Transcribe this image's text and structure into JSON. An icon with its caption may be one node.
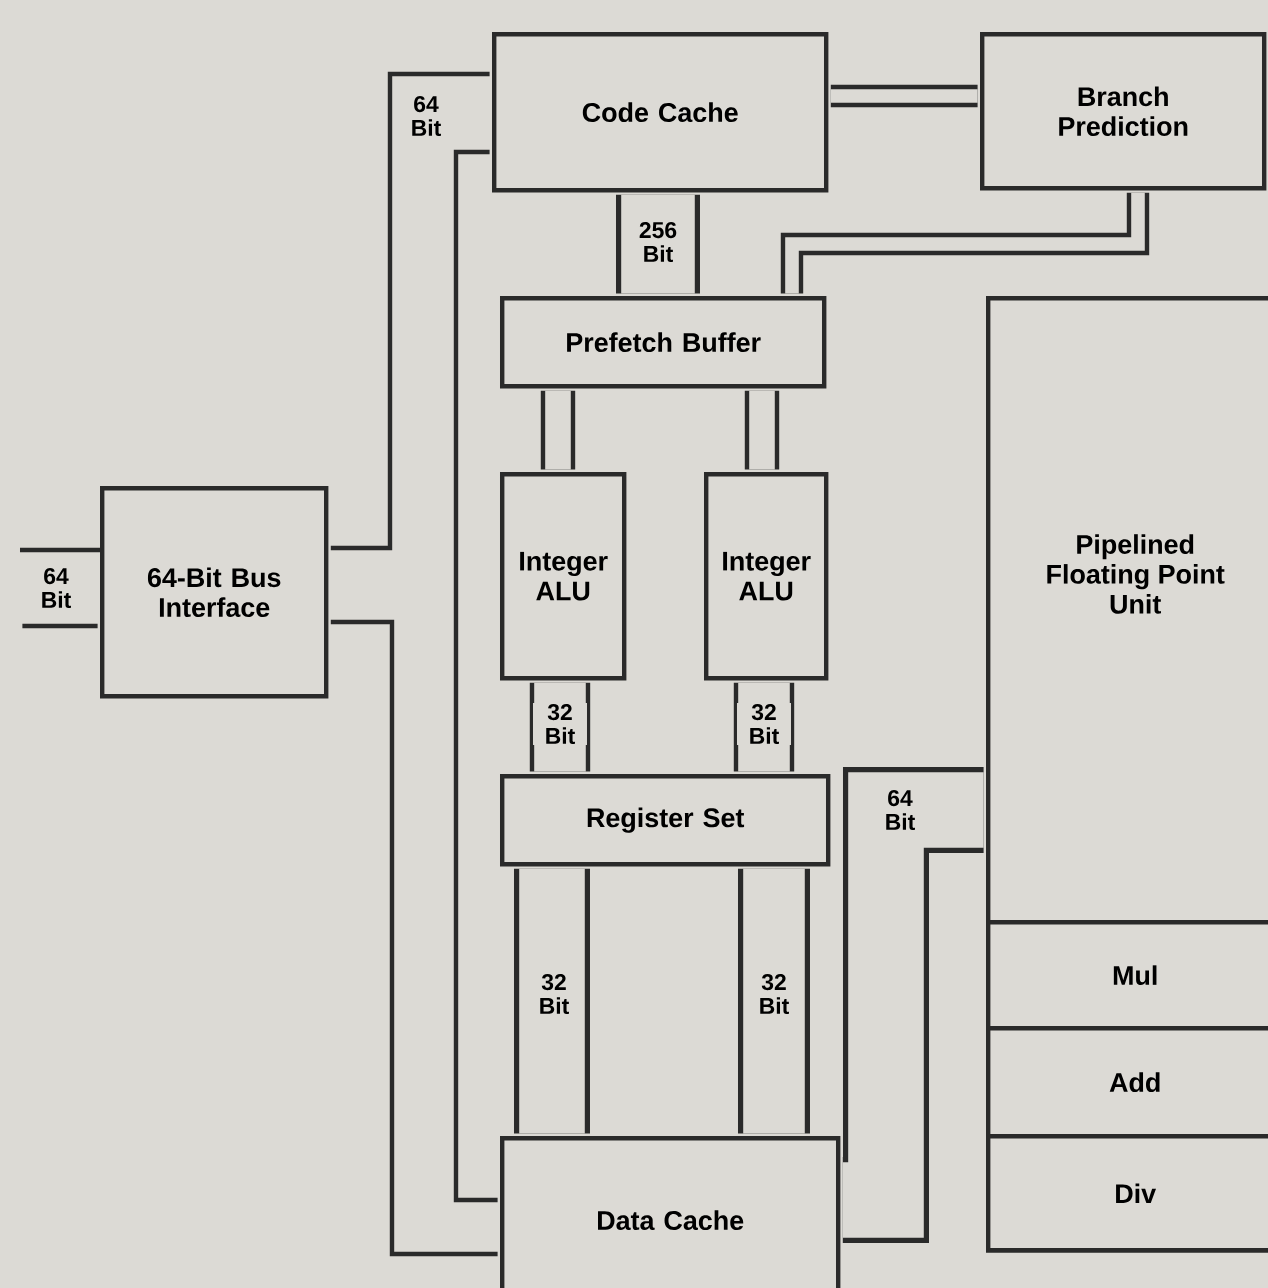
{
  "diagram": {
    "nodes": [
      {
        "text": [
          "Code Cache"
        ]
      },
      {
        "text": [
          "Branch Prediction"
        ]
      },
      {
        "text": [
          "Prefetch Buffer"
        ]
      },
      {
        "text": [
          "Integer ALU"
        ]
      },
      {
        "text": [
          "Integer ALU"
        ]
      },
      {
        "text": [
          "64-Bit Bus Interface"
        ]
      },
      {
        "text": [
          "Pipelined Floating Point Unit"
        ]
      },
      {
        "text": [
          "Mul"
        ],
        "in": 6
      },
      {
        "text": [
          "Add"
        ],
        "in": 6
      },
      {
        "text": [
          "Div"
        ],
        "in": 6
      },
      {
        "text": [
          "Register Set"
        ]
      },
      {
        "text": [
          "Data Cache"
        ]
      }
    ],
    "edges": [
      {
        "from": 0,
        "to": 1,
        "arrow": "none"
      },
      {
        "from": 0,
        "to": 2,
        "arrow": "none",
        "style": "thick",
        "label": "256 Bit"
      },
      {
        "from": 1,
        "to": 2,
        "arrow": "none"
      },
      {
        "from": 2,
        "to": 3,
        "arrow": "none"
      },
      {
        "from": 2,
        "to": 4,
        "arrow": "none"
      },
      {
        "from": 3,
        "to": 10,
        "arrow": "none",
        "label": "32 Bit"
      },
      {
        "from": 4,
        "to": 10,
        "arrow": "none",
        "label": "32 Bit"
      },
      {
        "from": 10,
        "to": 11,
        "arrow": "none",
        "style": "thick",
        "label": "32 Bit"
      },
      {
        "from": 10,
        "to": 11,
        "arrow": "none",
        "style": "thick",
        "label": "32 Bit"
      },
      {
        "from": 6,
        "to": 11,
        "arrow": "none",
        "style": "thick",
        "label": "64 Bit"
      },
      {
        "from": 5,
        "to": 0,
        "arrow": "none",
        "label": "64 Bit"
      },
      {
        "from": 0,
        "to": 11,
        "arrow": "none"
      },
      {
        "from": 5,
        "to": 11,
        "arrow": "none"
      },
      {
        "from": null,
        "to": 5,
        "arrow": "none",
        "label": "64 Bit"
      }
    ]
  }
}
